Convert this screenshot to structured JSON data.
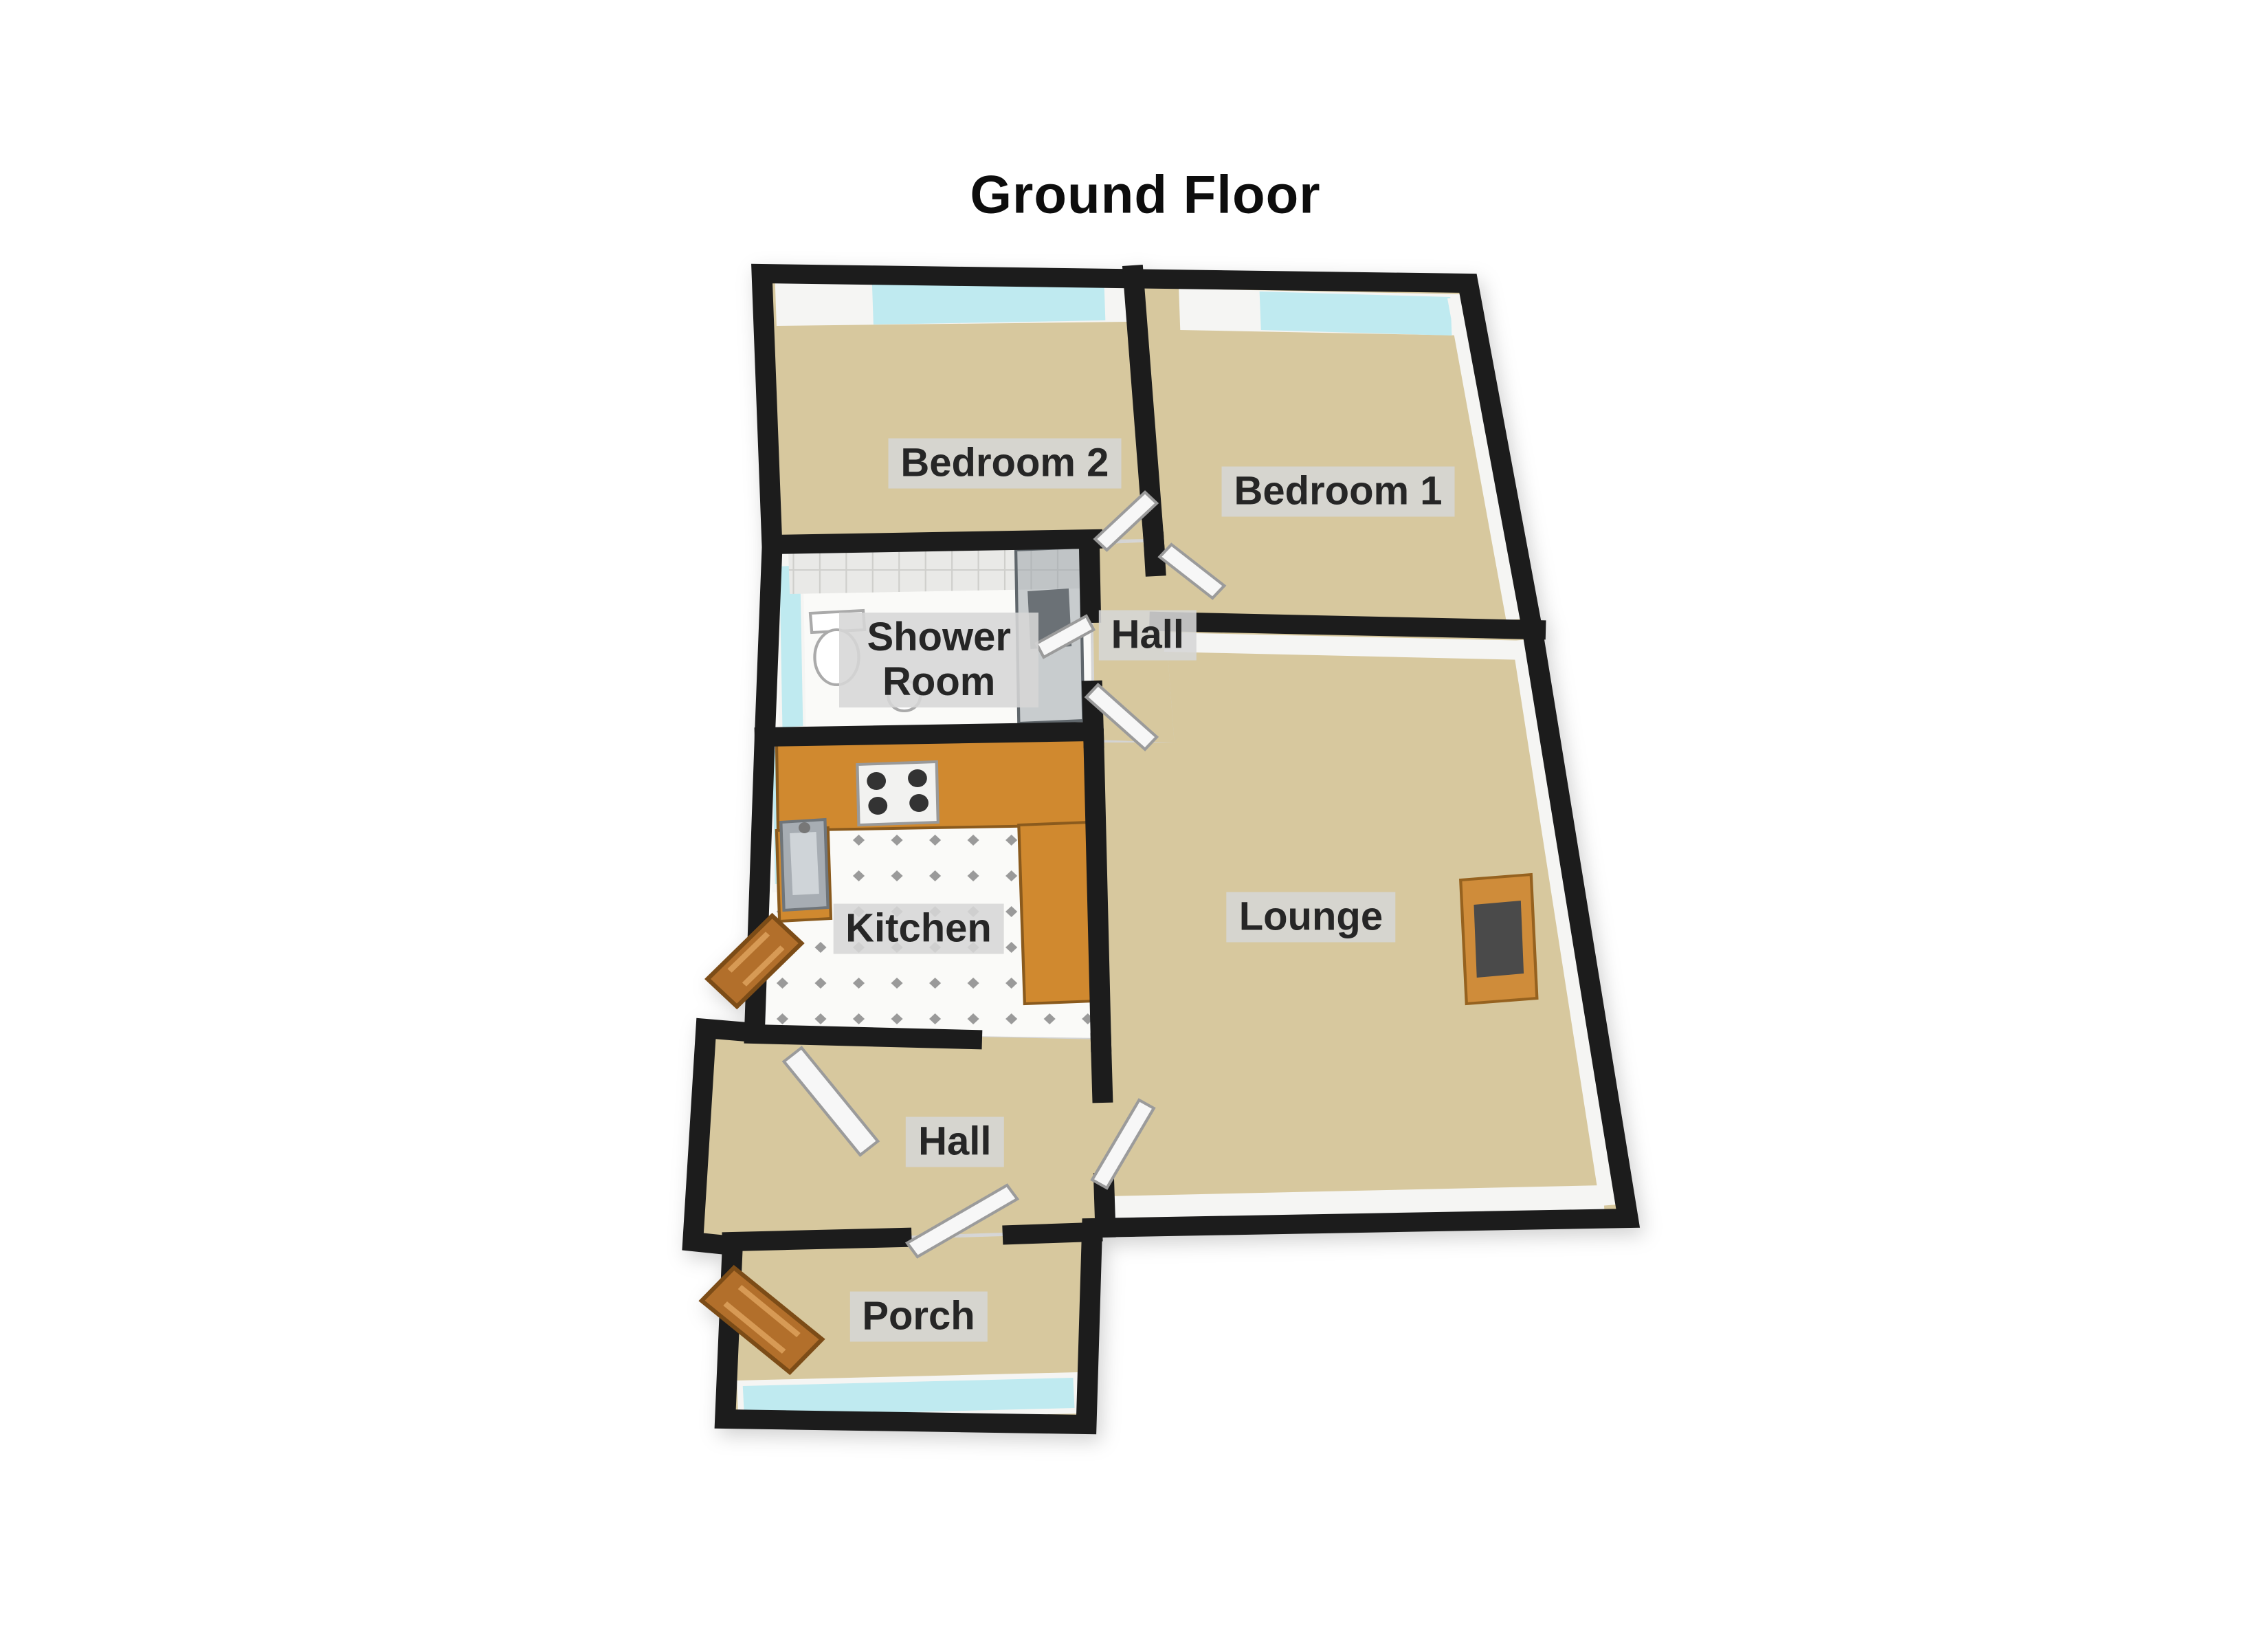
{
  "title": "Ground Floor",
  "floorplan": {
    "rooms": [
      {
        "id": "bedroom-2",
        "name": "Bedroom 2"
      },
      {
        "id": "bedroom-1",
        "name": "Bedroom 1"
      },
      {
        "id": "hall-upper",
        "name": "Hall"
      },
      {
        "id": "shower-room",
        "name": "Shower Room"
      },
      {
        "id": "kitchen",
        "name": "Kitchen"
      },
      {
        "id": "lounge",
        "name": "Lounge"
      },
      {
        "id": "hall-lower",
        "name": "Hall"
      },
      {
        "id": "porch",
        "name": "Porch"
      }
    ],
    "colors": {
      "wall": "#1c1c1c",
      "floor_beige": "#d7c89e",
      "floor_tile": "#fafaf8",
      "window_glass": "#bfeaf0",
      "door_wood": "#b26f2b",
      "door_white": "#f7f7f7",
      "counter_wood": "#d0892f",
      "label_bg": "#d6d6d6",
      "label_text": "#262626"
    }
  }
}
